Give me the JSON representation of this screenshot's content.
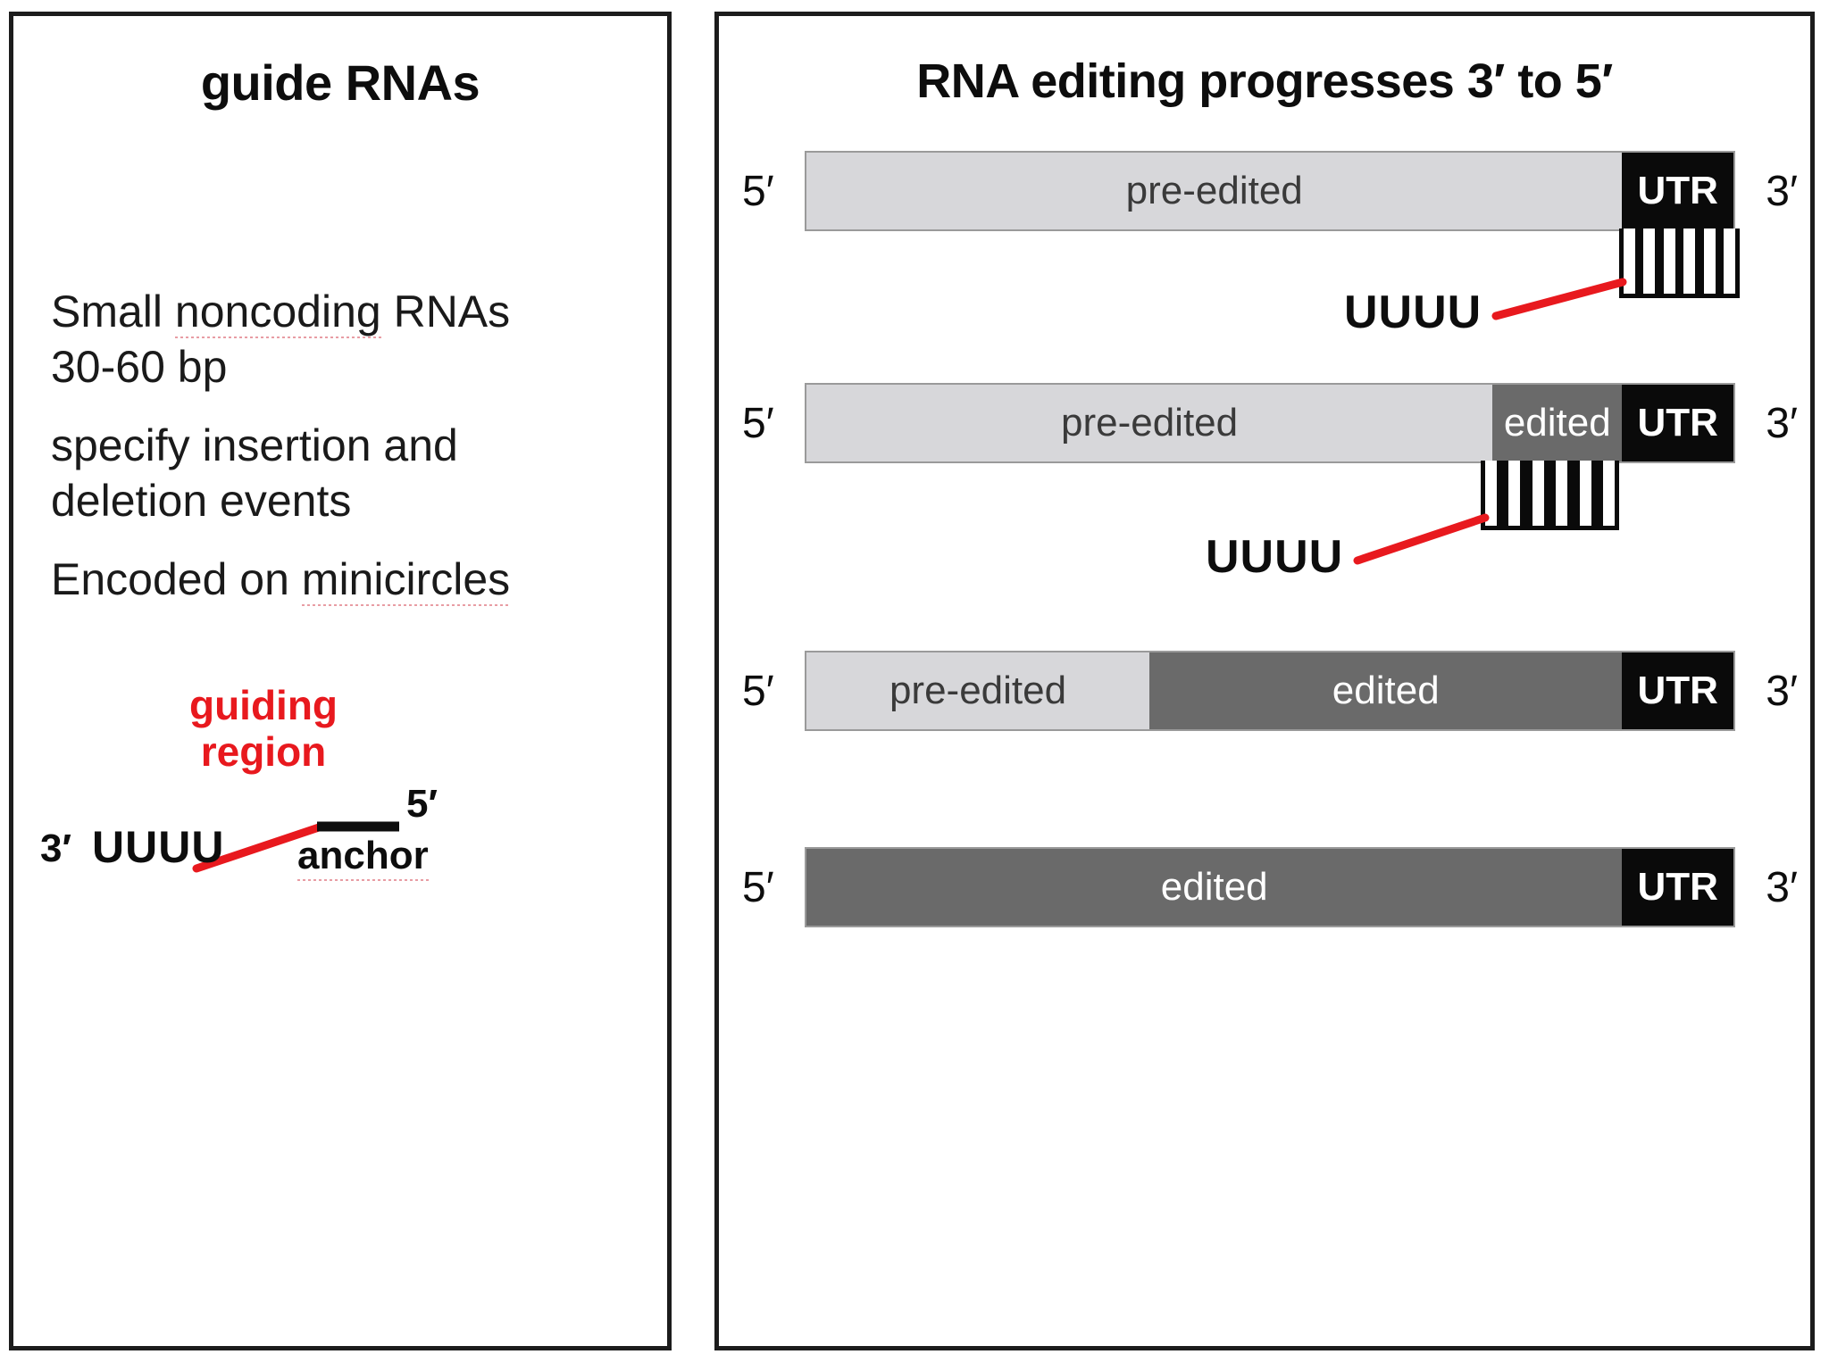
{
  "left_panel": {
    "title": "guide RNAs",
    "bullets": [
      {
        "text_a": "Small ",
        "text_b": "noncoding",
        "text_c": " RNAs\n30-60 bp"
      },
      {
        "text": "specify insertion and\ndeletion events"
      },
      {
        "text_a": "Encoded on ",
        "text_b": "minicircles"
      }
    ],
    "schematic": {
      "guiding_region_label": "guiding\nregion",
      "three_prime": "3′",
      "uuuu": "UUUU",
      "five_prime": "5′",
      "anchor_label": "anchor"
    }
  },
  "right_panel": {
    "title": "RNA editing progresses 3′ to 5′",
    "stages": [
      {
        "name": "stage-1",
        "five_prime": "5′",
        "three_prime": "3′",
        "segments": [
          {
            "label": "pre-edited",
            "type": "pre",
            "width_pct": 88
          },
          {
            "label": "UTR",
            "type": "utr",
            "width_pct": 12
          }
        ],
        "grna": {
          "uuuu": "UUUU",
          "rungs": 6
        }
      },
      {
        "name": "stage-2",
        "five_prime": "5′",
        "three_prime": "3′",
        "segments": [
          {
            "label": "pre-edited",
            "type": "pre",
            "width_pct": 74
          },
          {
            "label": "edited",
            "type": "edited",
            "width_pct": 14
          },
          {
            "label": "UTR",
            "type": "utr",
            "width_pct": 12
          }
        ],
        "grna": {
          "uuuu": "UUUU",
          "rungs": 6
        }
      },
      {
        "name": "stage-3",
        "five_prime": "5′",
        "three_prime": "3′",
        "segments": [
          {
            "label": "pre-edited",
            "type": "pre",
            "width_pct": 37
          },
          {
            "label": "edited",
            "type": "edited",
            "width_pct": 51
          },
          {
            "label": "UTR",
            "type": "utr",
            "width_pct": 12
          }
        ],
        "grna": null
      },
      {
        "name": "stage-4",
        "five_prime": "5′",
        "three_prime": "3′",
        "segments": [
          {
            "label": "edited",
            "type": "edited",
            "width_pct": 88
          },
          {
            "label": "UTR",
            "type": "utr",
            "width_pct": 12
          }
        ],
        "grna": null
      }
    ]
  },
  "colors": {
    "guiding_red": "#e8191e",
    "pre_edited_gray": "#d7d7da",
    "edited_gray": "#6a6a6a",
    "utr_black": "#0a0a0a",
    "border_black": "#1c1c1c"
  }
}
